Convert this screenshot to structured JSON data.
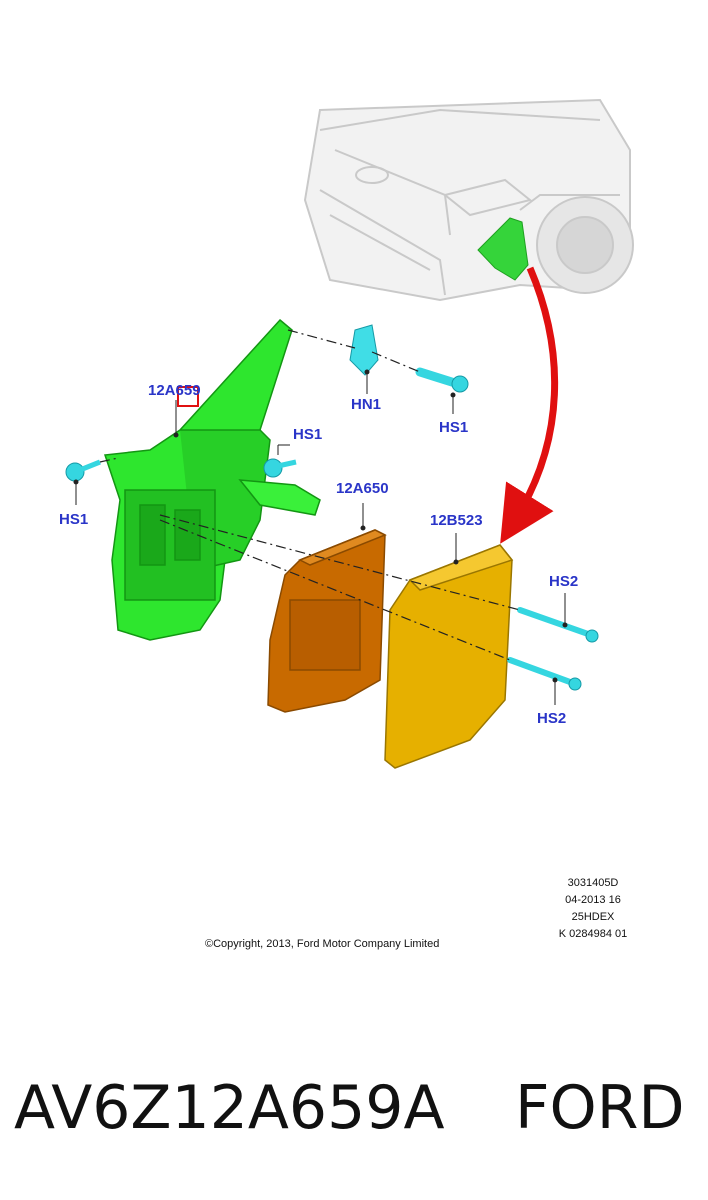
{
  "diagram": {
    "callouts": {
      "bracket": "12A659",
      "nut": "HN1",
      "bolt_top": "HS1",
      "bolt_left": "HS1",
      "bolt_mid": "HS1",
      "module": "12A650",
      "cover": "12B523",
      "bolt_right_upper": "HS2",
      "bolt_right_lower": "HS2"
    },
    "meta_lines": [
      "3031405D",
      "04-2013 16",
      "25HDEX",
      "K 0284984 01"
    ],
    "copyright": "©Copyright, 2013, Ford Motor Company Limited",
    "colors": {
      "bracket": "#2ee62e",
      "module": "#c86a00",
      "cover": "#e6b000",
      "fasteners": "#35d6e0",
      "arrow": "#e01010",
      "label": "#2a35c8"
    }
  },
  "caption": {
    "part_number": "AV6Z12A659A",
    "brand": "FORD"
  }
}
